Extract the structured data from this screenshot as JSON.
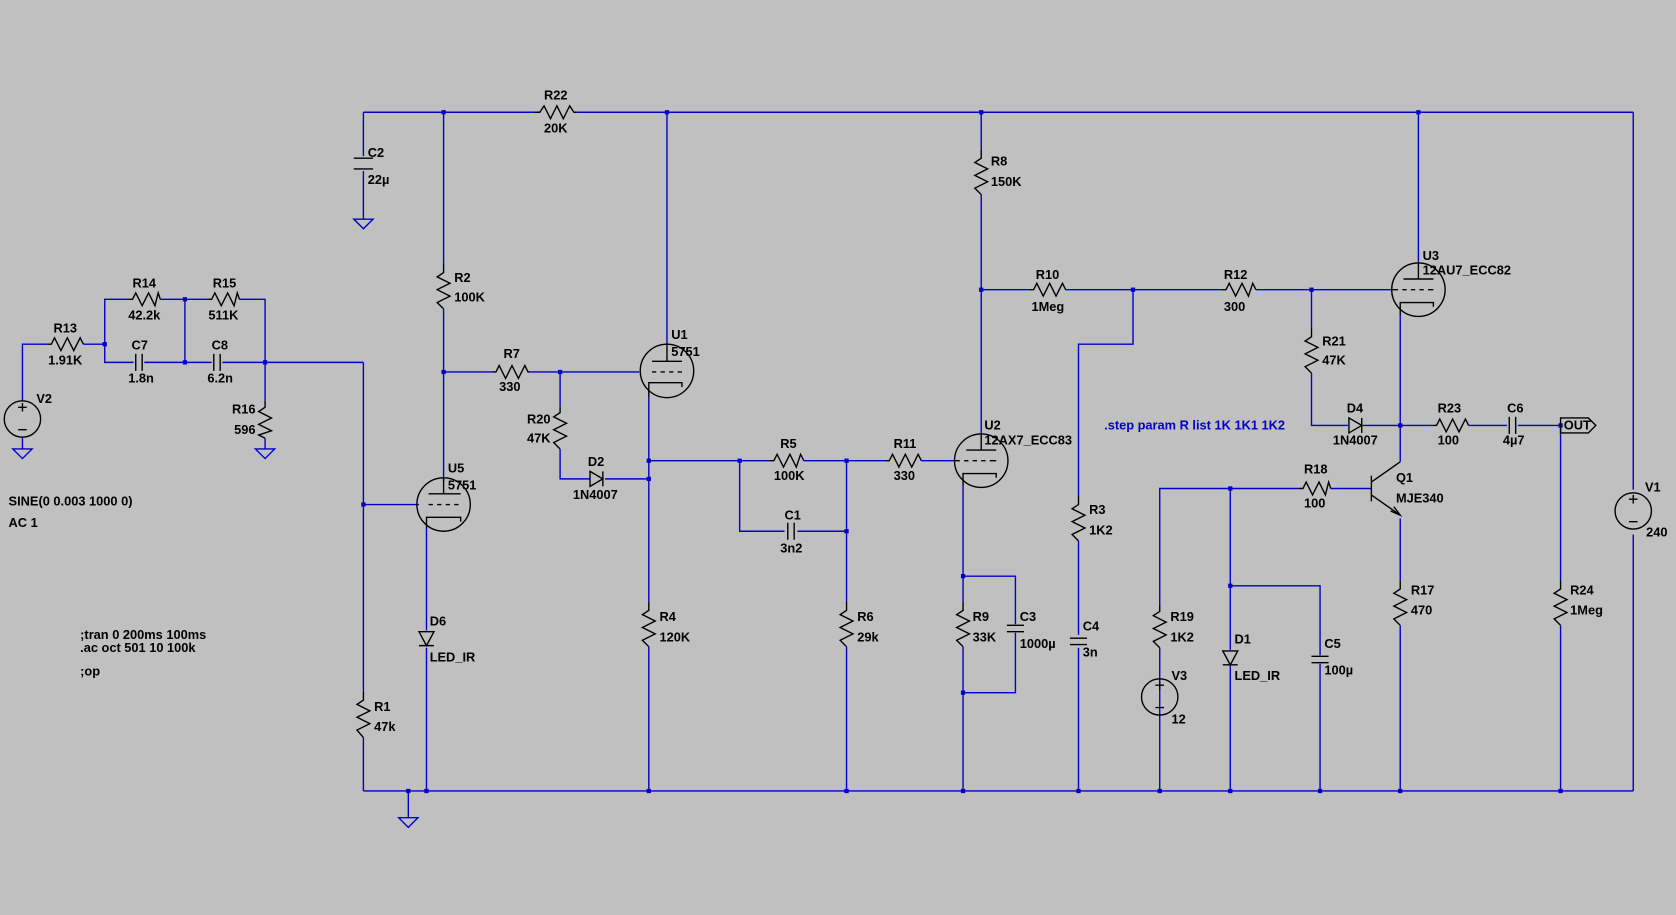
{
  "labels": {
    "R1": "R1",
    "R1v": "47k",
    "R2": "R2",
    "R2v": "100K",
    "R3": "R3",
    "R3v": "1K2",
    "R4": "R4",
    "R4v": "120K",
    "R5": "R5",
    "R5v": "100K",
    "R6": "R6",
    "R6v": "29k",
    "R7": "R7",
    "R7v": "330",
    "R8": "R8",
    "R8v": "150K",
    "R9": "R9",
    "R9v": "33K",
    "R10": "R10",
    "R10v": "1Meg",
    "R11": "R11",
    "R11v": "330",
    "R12": "R12",
    "R12v": "300",
    "R13": "R13",
    "R13v": "1.91K",
    "R14": "R14",
    "R14v": "42.2k",
    "R15": "R15",
    "R15v": "511K",
    "R16": "R16",
    "R16v": "596",
    "R17": "R17",
    "R17v": "470",
    "R18": "R18",
    "R18v": "100",
    "R19": "R19",
    "R19v": "1K2",
    "R20": "R20",
    "R20v": "47K",
    "R21": "R21",
    "R21v": "47K",
    "R22": "R22",
    "R22v": "20K",
    "R23": "R23",
    "R23v": "100",
    "R24": "R24",
    "R24v": "1Meg",
    "C1": "C1",
    "C1v": "3n2",
    "C2": "C2",
    "C2v": "22µ",
    "C3": "C3",
    "C3v": "1000µ",
    "C4": "C4",
    "C4v": "3n",
    "C5": "C5",
    "C5v": "100µ",
    "C6": "C6",
    "C6v": "4µ7",
    "C7": "C7",
    "C7v": "1.8n",
    "C8": "C8",
    "C8v": "6.2n",
    "D1": "D1",
    "D1v": "LED_IR",
    "D2": "D2",
    "D2v": "1N4007",
    "D4": "D4",
    "D4v": "1N4007",
    "D6": "D6",
    "D6v": "LED_IR",
    "U1": "U1",
    "U1v": "5751",
    "U2": "U2",
    "U2v": "12AX7_ECC83",
    "U3": "U3",
    "U3v": "12AU7_ECC82",
    "U5": "U5",
    "U5v": "5751",
    "Q1": "Q1",
    "Q1v": "MJE340",
    "V1": "V1",
    "V1v": "240",
    "V2": "V2",
    "V2v1": "SINE(0 0.003 1000 0)",
    "V2v2": "AC 1",
    "V3": "V3",
    "V3v": "12",
    "OUT": "OUT",
    "cmd_tran": ";tran 0 200ms 100ms",
    "cmd_ac": ".ac oct 501 10 100k",
    "cmd_op": ";op",
    "cmd_step": ".step param R list 1K 1K1 1K2"
  },
  "colors": {
    "wire": "#0000c8",
    "component": "#000000",
    "background": "#c0c0c0"
  }
}
